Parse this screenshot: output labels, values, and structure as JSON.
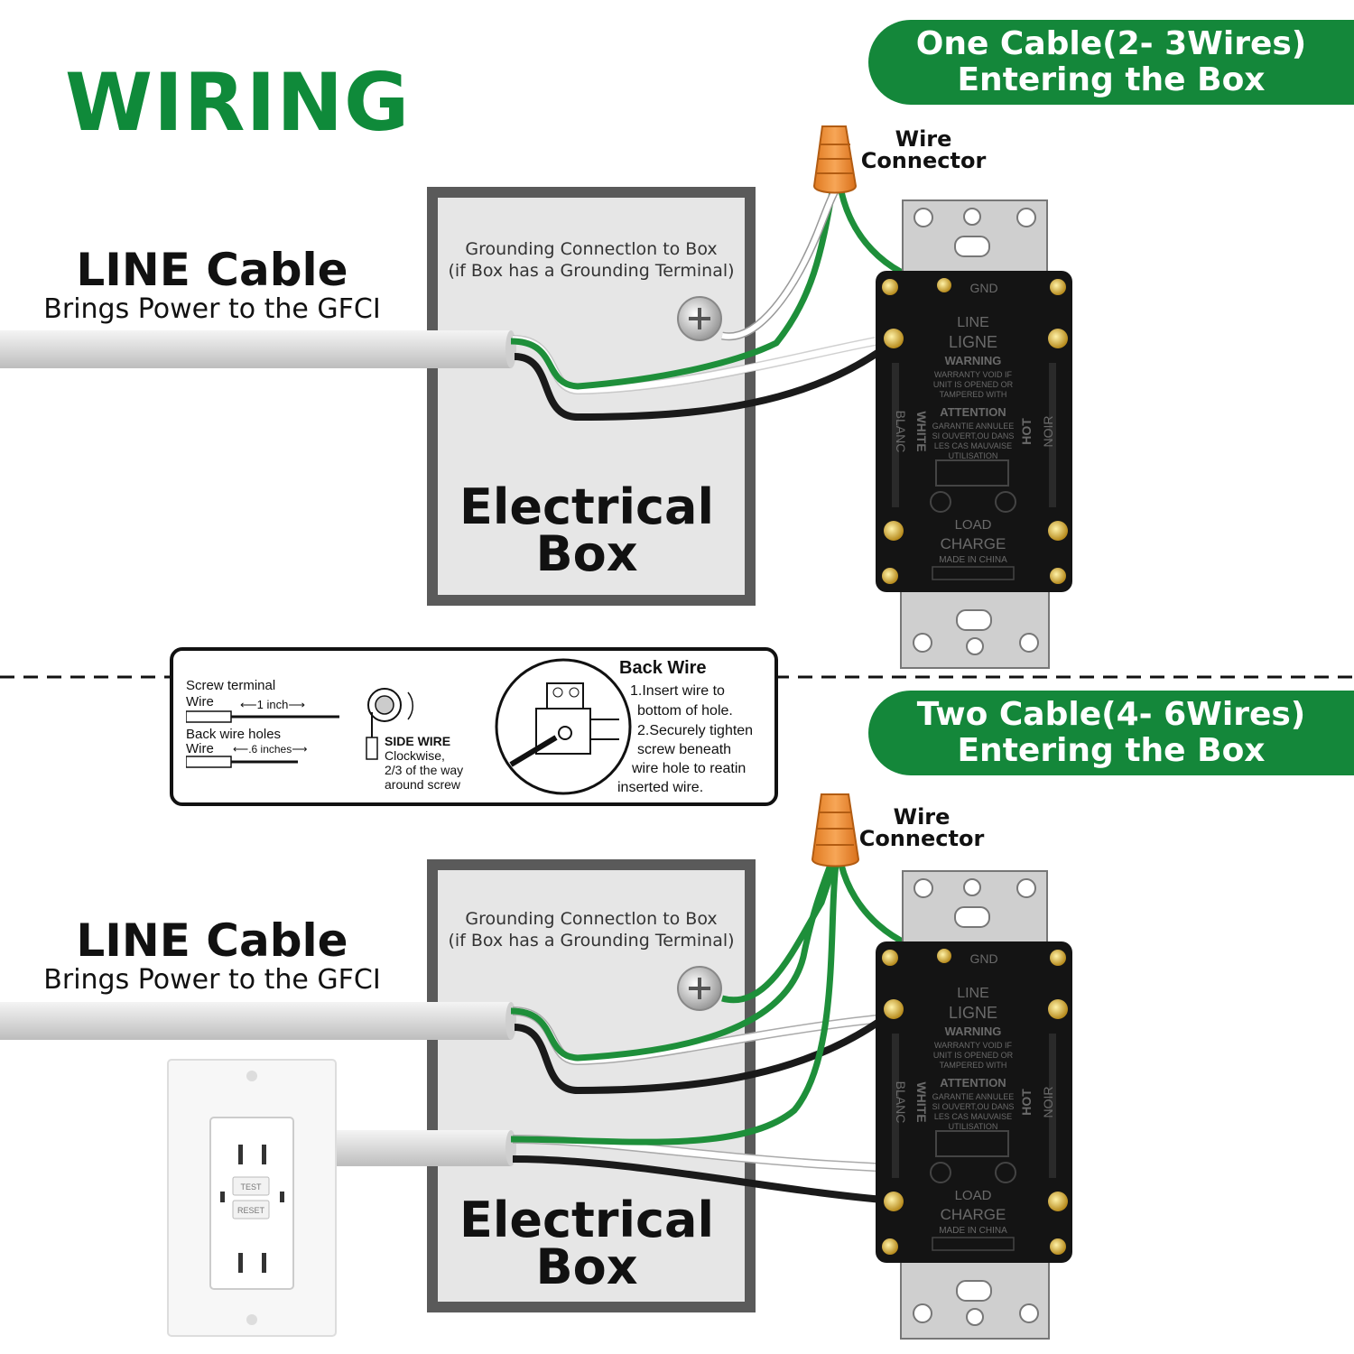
{
  "title": "WIRING",
  "sections": [
    {
      "banner_line1": "One Cable(2- 3Wires)",
      "banner_line2": "Entering the Box",
      "line_cable_title": "LINE Cable",
      "line_cable_subtitle": "Brings Power to the GFCI",
      "grounding_line1": "Grounding Connectlon to Box",
      "grounding_line2": "(if Box has a Grounding Terminal)",
      "box_line1": "Electrical",
      "box_line2": "Box",
      "connector_line1": "Wire",
      "connector_line2": "Connector"
    },
    {
      "banner_line1": "Two Cable(4- 6Wires)",
      "banner_line2": "Entering the Box",
      "line_cable_title": "LINE Cable",
      "line_cable_subtitle": "Brings Power to the GFCI",
      "grounding_line1": "Grounding Connectlon to Box",
      "grounding_line2": "(if Box has a Grounding Terminal)",
      "box_line1": "Electrical",
      "box_line2": "Box",
      "connector_line1": "Wire",
      "connector_line2": "Connector"
    }
  ],
  "info": {
    "screw_terminal": "Screw terminal",
    "wire1": "Wire",
    "one_inch": "⟵1 inch⟶",
    "back_wire_holes": "Back wire holes",
    "wire2": "Wire",
    "six_inches": "⟵.6 inches⟶",
    "side_wire": "SIDE WIRE",
    "side_1": "Clockwise,",
    "side_2": "2/3 of the way",
    "side_3": "around screw",
    "back_wire_title": "Back Wire",
    "bw1": "1.Insert wire to",
    "bw2": "bottom of hole.",
    "bw3": "2.Securely tighten",
    "bw4": "screw beneath",
    "bw5": "wire hole to reatin",
    "bw6": "inserted wire."
  },
  "gfci_labels": {
    "gnd": "GND",
    "line": "LINE",
    "ligne": "LIGNE",
    "warning": "WARNING",
    "warning_text": [
      "WARRANTY VOID IF",
      "UNIT IS OPENED OR",
      "TAMPERED WITH"
    ],
    "attention": "ATTENTION",
    "attention_text": [
      "GARANTIE ANNULEE",
      "SI OUVERT,OU DANS",
      "LES CAS MAUVAISE",
      "UTILISATION"
    ],
    "white": "WHITE",
    "blanc": "BLANC",
    "hot": "HOT",
    "noir": "NOIR",
    "load": "LOAD",
    "charge": "CHARGE",
    "made": "MADE IN CHINA"
  },
  "wall_outlet": {
    "test": "TEST",
    "reset": "RESET"
  },
  "colors": {
    "brand_green": "#14873a",
    "wire_green": "#1e8f3a",
    "wire_black": "#1a1a1a",
    "wire_white": "#ffffff",
    "connector_orange": "#f0923a",
    "box_fill": "#e6e6e6",
    "box_border": "#5a5a5a"
  }
}
